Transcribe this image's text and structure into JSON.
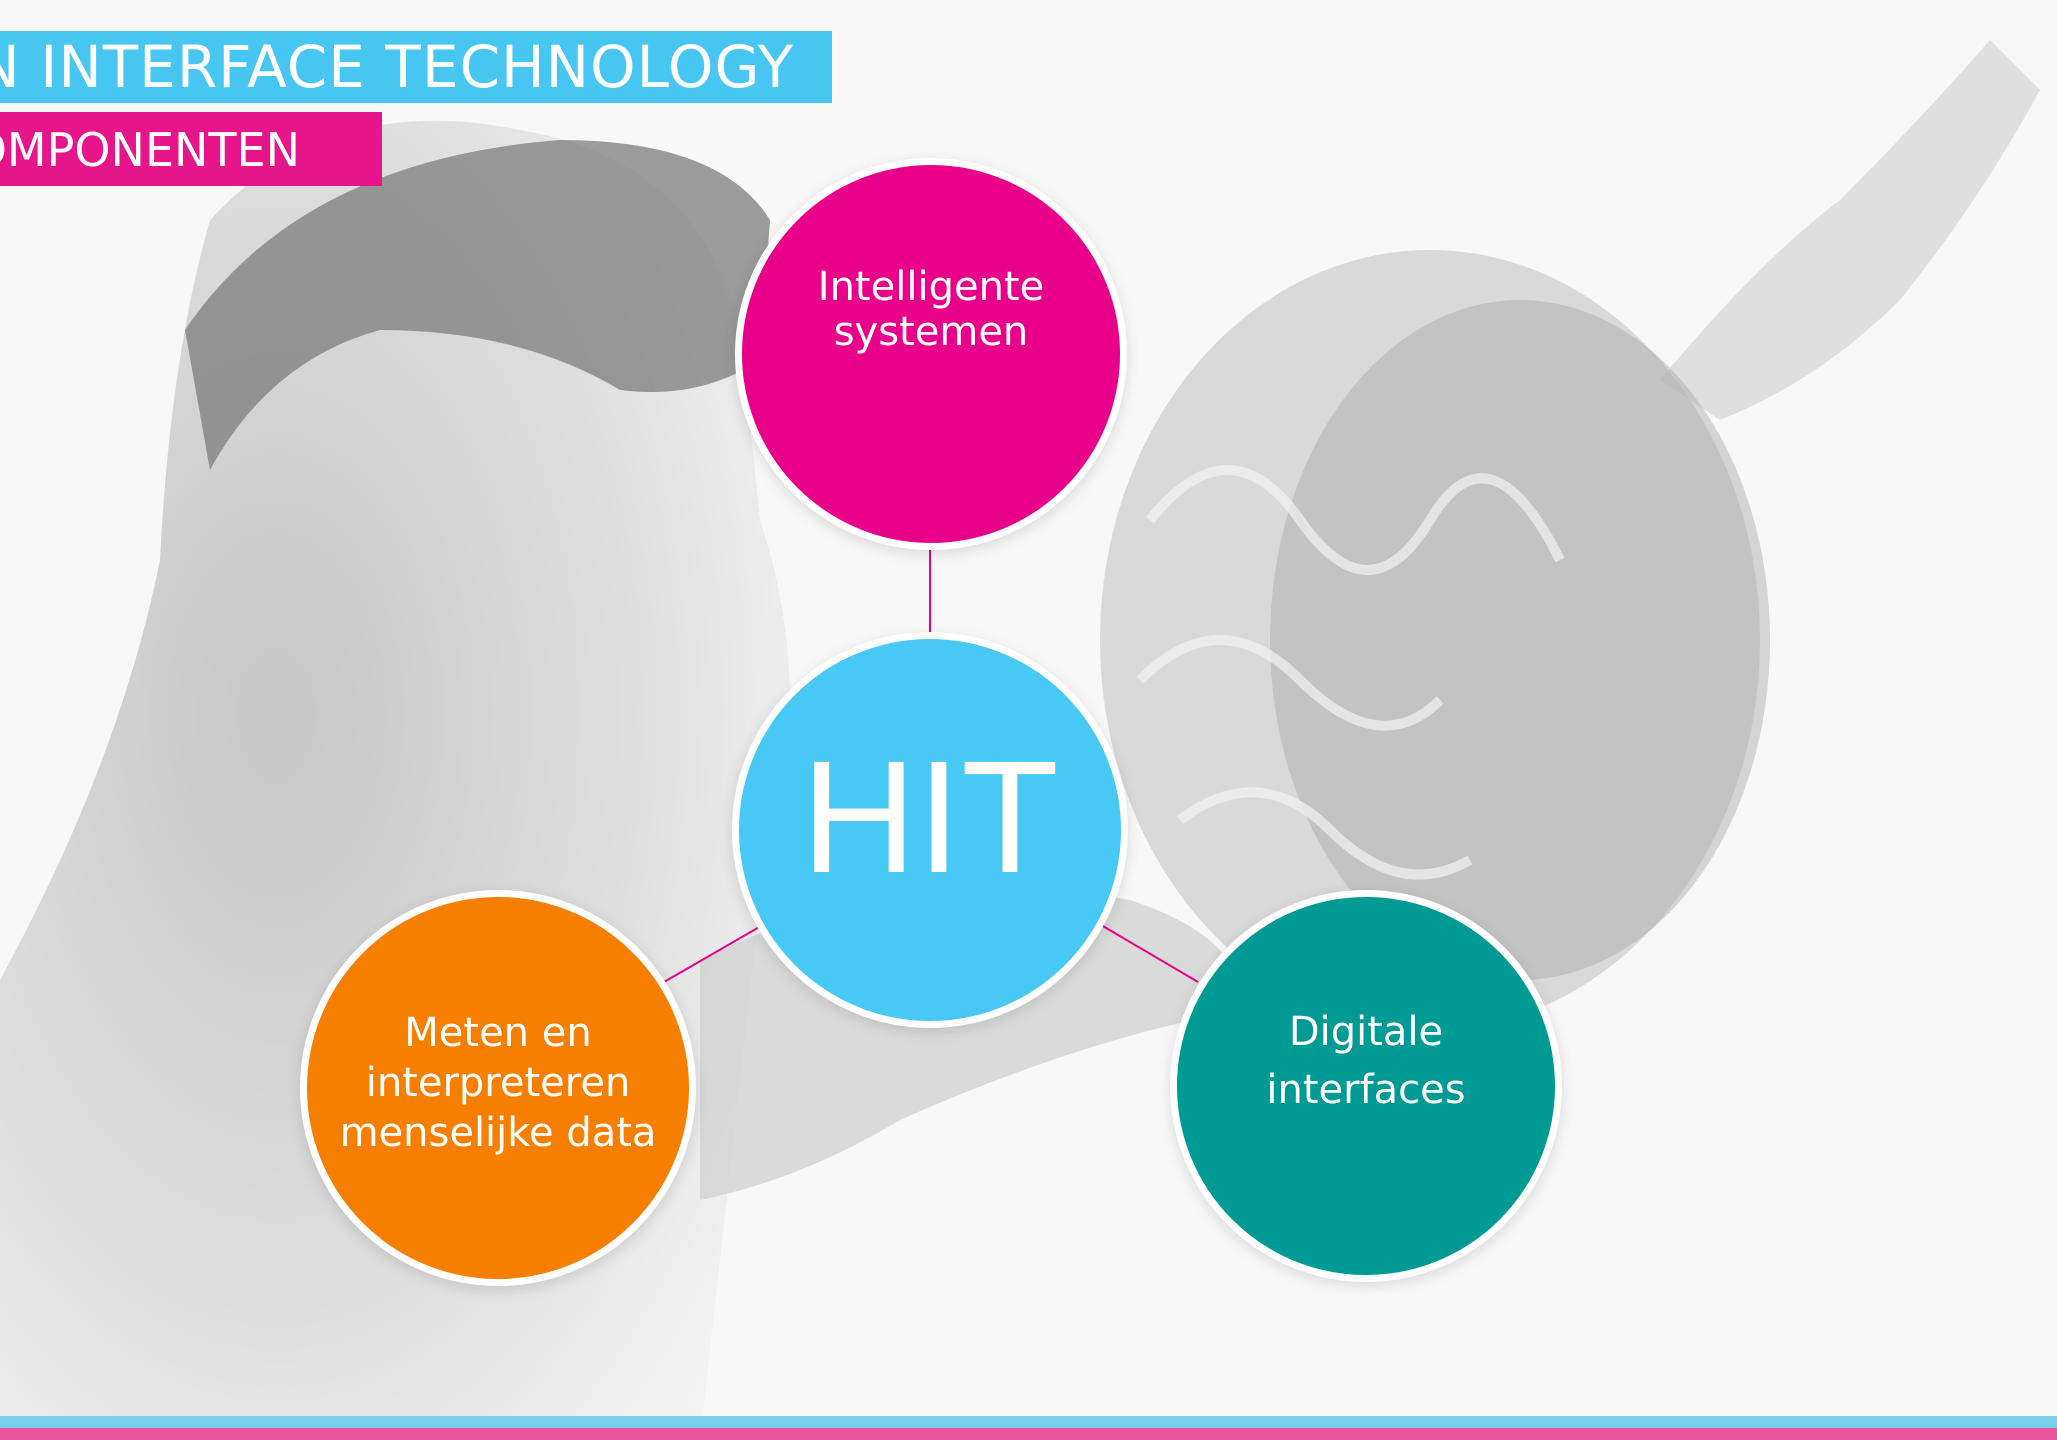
{
  "slide": {
    "title": "HUMAN INTERFACE TECHNOLOGY",
    "subtitle": "KOMPONENTEN"
  },
  "diagram": {
    "center": {
      "label": "HIT",
      "color": "#48c8f4"
    },
    "nodes": [
      {
        "id": "intelligent",
        "label": "Intelligente systemen",
        "color": "#e8008a"
      },
      {
        "id": "measure",
        "label": "Meten en interpreteren menselijke data",
        "color": "#f77f00"
      },
      {
        "id": "digital",
        "label": "Digitale interfaces",
        "color": "#009a94"
      }
    ],
    "connector_color": "#e8008a"
  },
  "colors": {
    "banner_blue": "#48c6f2",
    "banner_pink": "#e6168a",
    "stripe_blue": "#78d0ee",
    "stripe_pink": "#e8559e"
  }
}
